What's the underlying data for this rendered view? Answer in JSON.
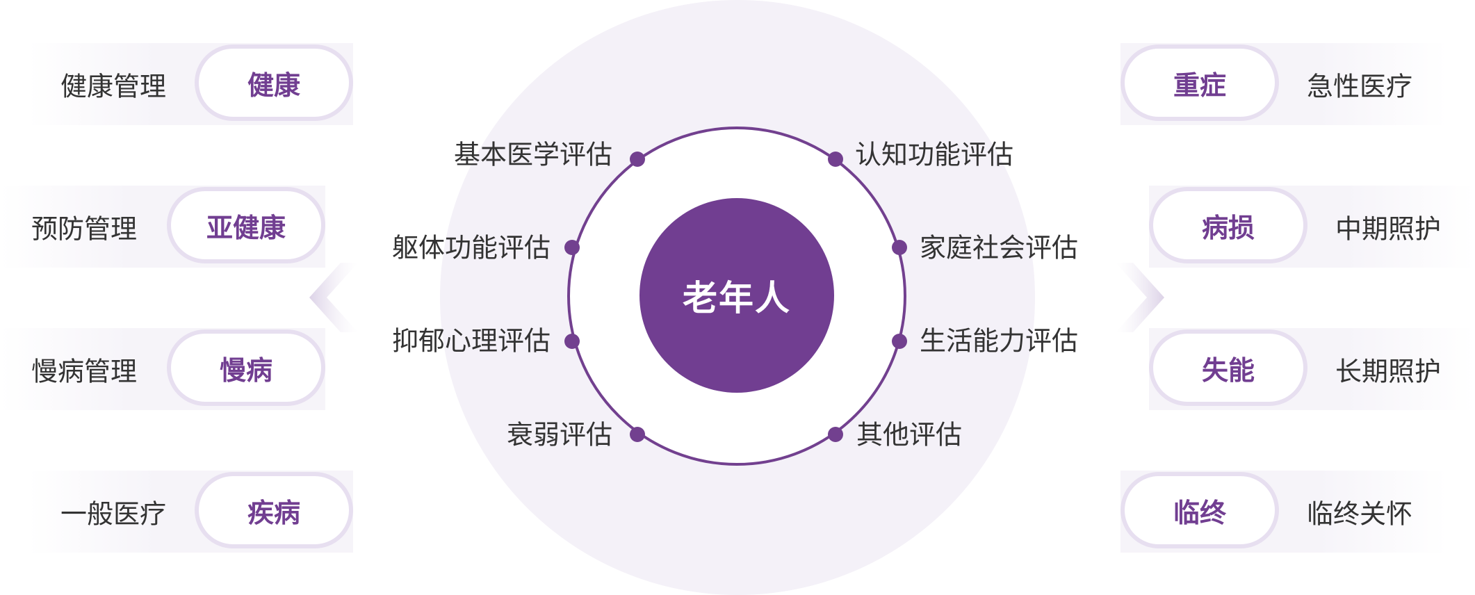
{
  "center": {
    "label": "老年人"
  },
  "evaluations_left": [
    "基本医学评估",
    "躯体功能评估",
    "抑郁心理评估",
    "衰弱评估"
  ],
  "evaluations_right": [
    "认知功能评估",
    "家庭社会评估",
    "生活能力评估",
    "其他评估"
  ],
  "left_rows": [
    {
      "status": "健康",
      "management": "健康管理"
    },
    {
      "status": "亚健康",
      "management": "预防管理"
    },
    {
      "status": "慢病",
      "management": "慢病管理"
    },
    {
      "status": "疾病",
      "management": "一般医疗"
    }
  ],
  "right_rows": [
    {
      "status": "重症",
      "care": "急性医疗"
    },
    {
      "status": "病损",
      "care": "中期照护"
    },
    {
      "status": "失能",
      "care": "长期照护"
    },
    {
      "status": "临终",
      "care": "临终关怀"
    }
  ],
  "colors": {
    "primary": "#713e91",
    "ring": "#72408f",
    "background_circle": "#f4f1f8",
    "pill_border": "#e7dff0",
    "row_background": "#f6f4f9",
    "text": "#333333"
  }
}
